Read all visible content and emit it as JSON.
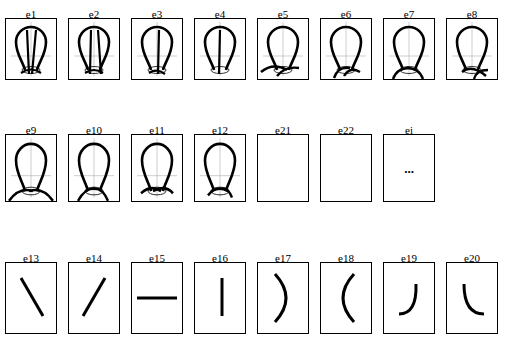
{
  "diagram": {
    "nodes": [
      {
        "text": [
          "e1"
        ]
      },
      {
        "text": [
          "e2"
        ]
      },
      {
        "text": [
          "e3"
        ]
      },
      {
        "text": [
          "e4"
        ]
      },
      {
        "text": [
          "e5"
        ]
      },
      {
        "text": [
          "e6"
        ]
      },
      {
        "text": [
          "e7"
        ]
      },
      {
        "text": [
          "e8"
        ]
      },
      {
        "text": [
          "e9"
        ]
      },
      {
        "text": [
          "e10"
        ]
      },
      {
        "text": [
          "e11"
        ]
      },
      {
        "text": [
          "e12"
        ]
      },
      {
        "text": [
          "e13"
        ]
      },
      {
        "text": [
          "e14"
        ]
      },
      {
        "text": [
          "e15"
        ]
      },
      {
        "text": [
          "e16"
        ]
      },
      {
        "text": [
          "e17"
        ]
      },
      {
        "text": [
          "e18"
        ]
      },
      {
        "text": [
          "e19"
        ]
      },
      {
        "text": [
          "e20"
        ]
      },
      {
        "text": [
          "e21"
        ]
      },
      {
        "text": [
          "e22"
        ]
      },
      {
        "text": [
          "ei",
          "..."
        ]
      }
    ]
  }
}
